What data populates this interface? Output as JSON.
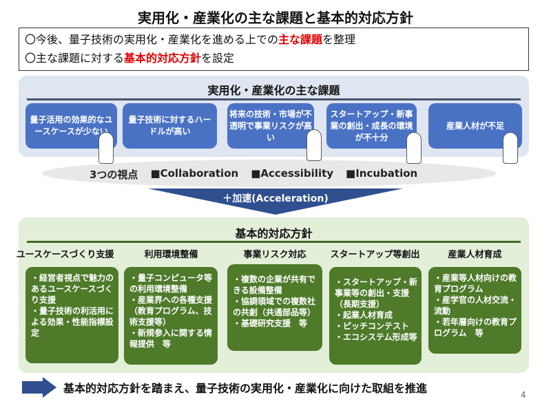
{
  "title": "実用化・産業化の主な課題と基本的対応方針",
  "intro": {
    "line1": {
      "prefix": "〇今後、量子技術の実用化・産業化を進める上での",
      "highlight": "主な課題",
      "suffix": "を整理"
    },
    "line2": {
      "prefix": "〇主な課題に対する",
      "highlight": "基本的対応方針",
      "suffix": "を設定"
    }
  },
  "issues": {
    "title": "実用化・産業化の主な課題",
    "items": [
      "量子活用の効果的なユースケースが少ない",
      "量子技術に対するハードルが高い",
      "将来の技術・市場が不透明で事業リスクが高い",
      "スタートアップ・新事業の創出・成長の環境が不十分",
      "産業人材が不足"
    ]
  },
  "viewpoints": {
    "label": "3つの視点",
    "items": [
      "■Collaboration",
      "■Accessibility",
      "■Incubation"
    ]
  },
  "acceleration": "＋加速(Acceleration)",
  "policy": {
    "title": "基本的対応方針",
    "columns": [
      {
        "header": "ユースケースづくり支援",
        "items": [
          "・経営者視点で魅力のあるユースケースづくり支援",
          "・量子技術の利活用による効果・性能指標設定"
        ]
      },
      {
        "header": "利用環境整備",
        "items": [
          "・量子コンピュータ等の利用環境整備",
          "・産業界への各種支援（教育プログラム、技術支援等）",
          "・新規参入に関する情報提供　等"
        ]
      },
      {
        "header": "事業リスク対応",
        "items": [
          "・複数の企業が共有できる設備整備",
          "・協調領域での複数社の共創（共通部品等）",
          "・基礎研究支援　等"
        ]
      },
      {
        "header": "スタートアップ等創出",
        "items": [
          "・スタートアップ・新事業等の創出・支援（長期支援）",
          "・起業人材育成",
          "・ピッチコンテスト",
          "・エコシステム形成等"
        ]
      },
      {
        "header": "産業人材育成",
        "items": [
          "・産業等人材向けの教育プログラム",
          "・産学官の人材交流・流動",
          "・若年層向けの教育プログラム　等"
        ]
      }
    ]
  },
  "conclusion": "基本的対応方針を踏まえ、量子技術の実用化・産業化に向けた取組を推進",
  "page_number": "4",
  "colors": {
    "blue_box": "#4a72c4",
    "green_box": "#4e7a2a",
    "arrow": "#2f4f8f",
    "red": "#e00000"
  }
}
